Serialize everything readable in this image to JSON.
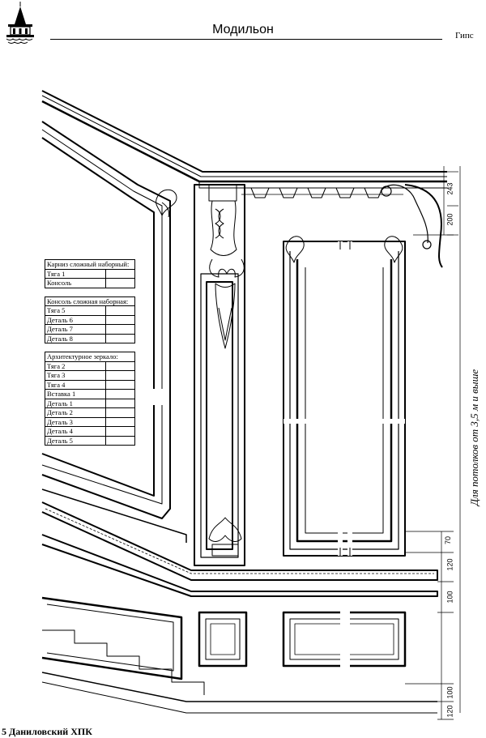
{
  "header": {
    "title": "Модильон",
    "material": "Гипс"
  },
  "spec_table": [
    {
      "title": "Карниз сложный наборный:",
      "items": [
        "Тяга 1",
        "Консоль"
      ]
    },
    {
      "title": "Консоль сложная наборная:",
      "items": [
        "Тяга 5",
        "Деталь 6",
        "Деталь 7",
        "Деталь 8"
      ]
    },
    {
      "title": "Архитектурное зеркало:",
      "items": [
        "Тяга 2",
        "Тяга 3",
        "Тяга 4",
        "Вставка 1",
        "Деталь 1",
        "Деталь 2",
        "Деталь 3",
        "Деталь 4",
        "Деталь 5"
      ]
    }
  ],
  "dimensions": [
    "243",
    "200",
    "70",
    "120",
    "100",
    "100",
    "120"
  ],
  "vertical_note": "Для потолков от 3,5 м и выше",
  "footer": "5 Даниловский ХПК"
}
